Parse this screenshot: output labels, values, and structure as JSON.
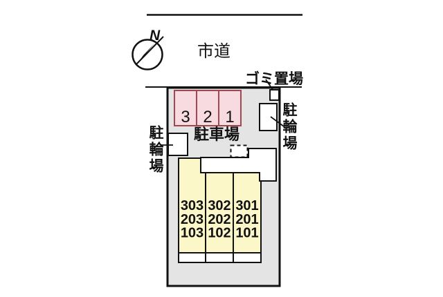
{
  "compass": {
    "label": "N"
  },
  "road": {
    "label": "市道"
  },
  "garbage": {
    "label": "ゴミ置場"
  },
  "parking": {
    "label": "駐車場",
    "spaces": [
      "3",
      "2",
      "1"
    ]
  },
  "bicycle": {
    "left_label": "駐輪場",
    "right_label": "駐輪場"
  },
  "building": {
    "columns": [
      [
        "303",
        "203",
        "103"
      ],
      [
        "302",
        "202",
        "102"
      ],
      [
        "301",
        "201",
        "101"
      ]
    ]
  },
  "colors": {
    "plot_fill": "#e4e4e4",
    "parking_fill": "#f8dae1",
    "parking_border": "#a2474f",
    "building_fill": "#fbf7c9",
    "box_fill": "#ffffff",
    "line": "#111111"
  }
}
